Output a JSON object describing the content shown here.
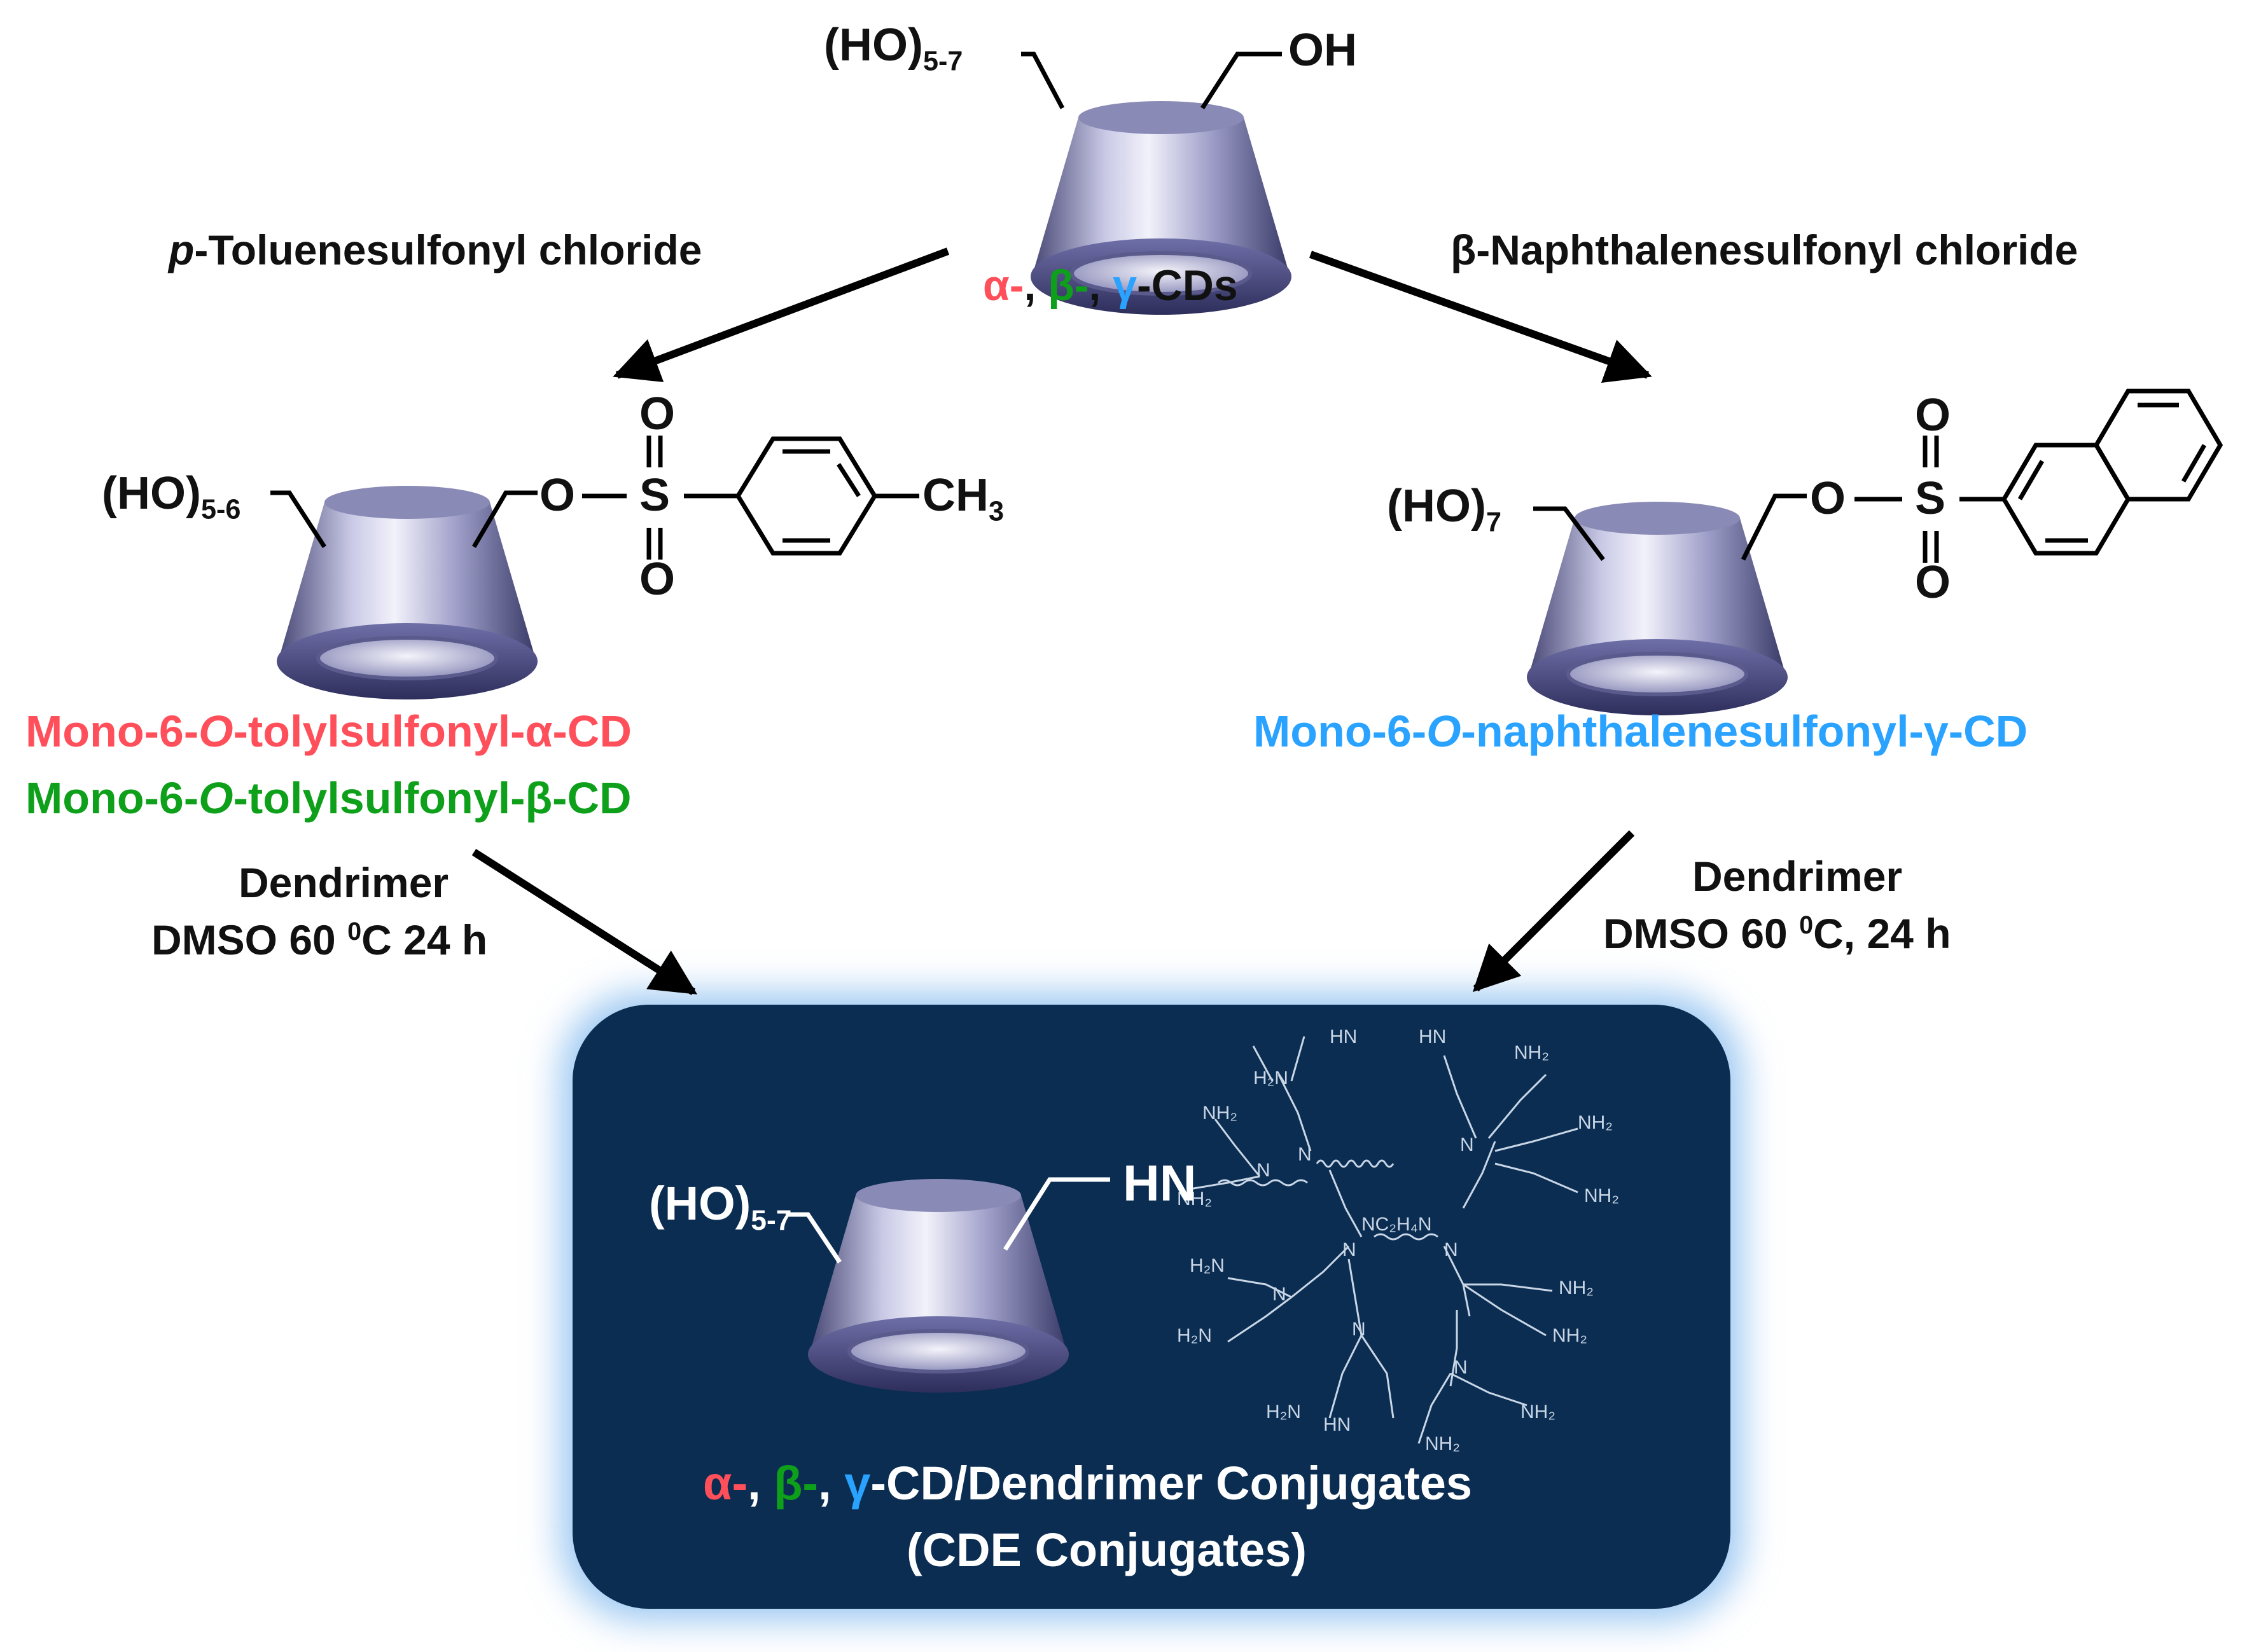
{
  "colors": {
    "alpha": "#ff4f5a",
    "beta": "#0ea01a",
    "gamma": "#2aa2ff",
    "panel": "#0b2d52",
    "glow": "#9ec9f2"
  },
  "top": {
    "hydroxyl_left": "(HO)",
    "hydroxyl_left_sub": "5-7",
    "hydroxyl_right": "OH",
    "cd_alpha": "α-",
    "cd_sep1": ", ",
    "cd_beta": "β-",
    "cd_sep2": ", ",
    "cd_gamma": "γ",
    "cd_suffix": "-CDs"
  },
  "reagents": {
    "left_italic": "p",
    "left_rest": "-Toluenesulfonyl chloride",
    "right": "β-Naphthalenesulfonyl chloride"
  },
  "left_product": {
    "hydroxyl": "(HO)",
    "hydroxyl_sub": "5-6",
    "o_link": "O",
    "s": "S",
    "o_top": "O",
    "o_bottom": "O",
    "methyl": "CH",
    "methyl_sub": "3",
    "name_alpha_a": "Mono-6-",
    "name_alpha_o": "O",
    "name_alpha_b": "-tolylsulfonyl-α-CD",
    "name_beta_a": "Mono-6-",
    "name_beta_o": "O",
    "name_beta_b": "-tolylsulfonyl-β-CD"
  },
  "right_product": {
    "hydroxyl": "(HO)",
    "hydroxyl_sub": "7",
    "o_link": "O",
    "s": "S",
    "o_top": "O",
    "o_bottom": "O",
    "name_a": "Mono-6-",
    "name_o": "O",
    "name_b": "-naphthalenesulfonyl-γ-CD"
  },
  "conditions": {
    "left_line1": "Dendrimer",
    "left_line2a": "DMSO 60 ",
    "left_sup": "0",
    "left_line2b": "C 24 h",
    "right_line1": "Dendrimer",
    "right_line2a": "DMSO 60 ",
    "right_sup": "0",
    "right_line2b": "C, 24 h"
  },
  "conjugate": {
    "hydroxyl": "(HO)",
    "hydroxyl_sub": "5-7",
    "hn": "HN",
    "core": "NC",
    "core_sub": "2",
    "core_b": "H",
    "core_sub2": "4",
    "core_c": "N",
    "n_label": "N",
    "amine_hn": "HN",
    "amine_nh2": "NH",
    "amine_sub": "2",
    "amine_h2n": "H",
    "title_alpha": "α-",
    "title_sep1": ", ",
    "title_beta": "β-",
    "title_sep2": ", ",
    "title_gamma": "γ",
    "title_rest": "-CD/Dendrimer Conjugates",
    "subtitle": "(CDE Conjugates)"
  }
}
